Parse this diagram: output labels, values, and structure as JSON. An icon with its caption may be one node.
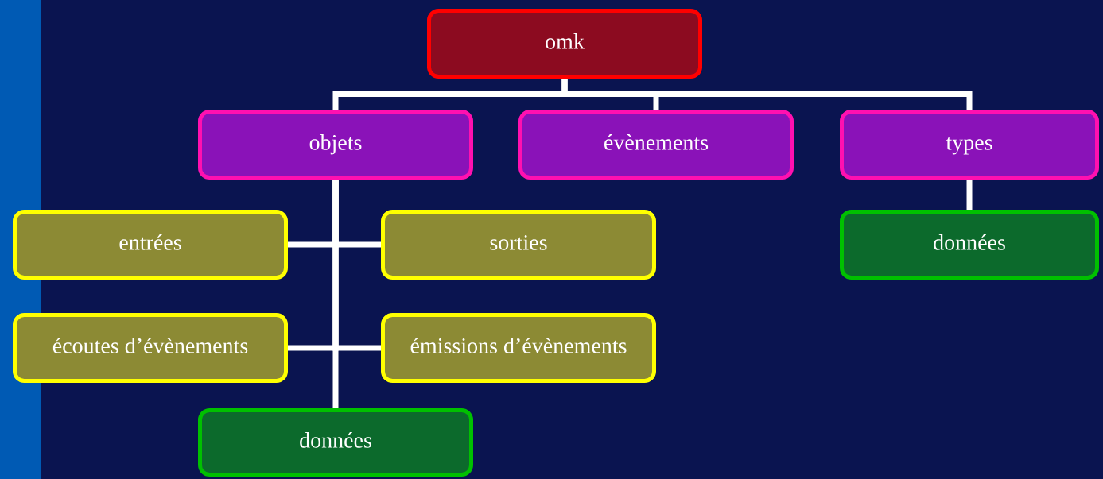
{
  "diagram": {
    "nodes": [
      {
        "text": [
          "omk"
        ]
      },
      {
        "text": [
          "objets"
        ]
      },
      {
        "text": [
          "évènements"
        ]
      },
      {
        "text": [
          "types"
        ]
      },
      {
        "text": [
          "entrées"
        ]
      },
      {
        "text": [
          "sorties"
        ]
      },
      {
        "text": [
          "écoutes d’évènements"
        ]
      },
      {
        "text": [
          "émissions d’évènements"
        ]
      },
      {
        "text": [
          "données"
        ]
      },
      {
        "text": [
          "données"
        ]
      }
    ],
    "edges": [
      {
        "from": 0,
        "to": 1,
        "arrow": "none"
      },
      {
        "from": 0,
        "to": 2,
        "arrow": "none"
      },
      {
        "from": 0,
        "to": 3,
        "arrow": "none"
      },
      {
        "from": 1,
        "to": 4,
        "arrow": "none"
      },
      {
        "from": 1,
        "to": 5,
        "arrow": "none"
      },
      {
        "from": 1,
        "to": 6,
        "arrow": "none"
      },
      {
        "from": 1,
        "to": 7,
        "arrow": "none"
      },
      {
        "from": 1,
        "to": 8,
        "arrow": "none"
      },
      {
        "from": 3,
        "to": 9,
        "arrow": "none"
      }
    ]
  }
}
